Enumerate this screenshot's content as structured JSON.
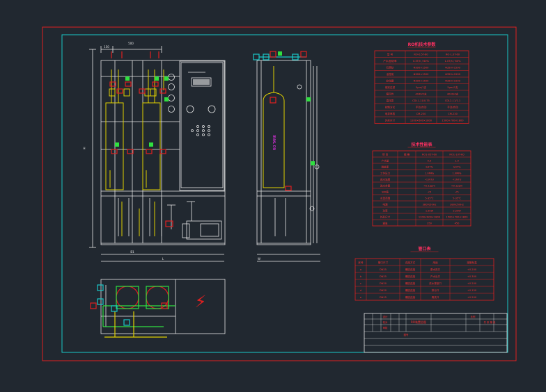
{
  "colors": {
    "background": "#212830",
    "outer_frame": "#e02020",
    "inner_frame": "#19c9c9",
    "linework": "#e8e8e8",
    "tank": "#e0d000",
    "table_line": "#e02020",
    "table_text": "#ff3030",
    "title_text": "#ff3060",
    "magenta": "#ff30ff",
    "green": "#30e040"
  },
  "drawing": {
    "front_view": {
      "dim_top_small": "150",
      "dim_top_large": "500",
      "dim_height": "H",
      "dim_bottom": "B1",
      "dim_total": "L"
    },
    "side_view": {
      "dim_total": "W",
      "vessel_label": "RO TANK"
    },
    "plan_view": {
      "electric_symbol": "⚡"
    }
  },
  "tables": {
    "params": {
      "title": "RO机技术参数",
      "rows": [
        [
          "型  号",
          "RO-0.5T-60",
          "RO-1.0T-60"
        ],
        [
          "产水/回收率",
          "0.5T/h / 60%",
          "1.0T/h / 60%"
        ],
        [
          "石英砂",
          "Φ300×1500",
          "Φ350×1500"
        ],
        [
          "活性炭",
          "Φ300×1500",
          "Φ350×1500"
        ],
        [
          "软化器",
          "Φ300×1500",
          "Φ350×1500"
        ],
        [
          "保安过滤",
          "5μm/1支",
          "5μm/1支"
        ],
        [
          "膜元件",
          "4040/2支",
          "4040/4支"
        ],
        [
          "高压泵",
          "CDL1-11/0.75",
          "CDL2-11/1.1"
        ],
        [
          "控制方式",
          "手动/自动",
          "手动/自动"
        ],
        [
          "电导率表",
          "CM-230",
          "CM-230"
        ],
        [
          "外形尺寸",
          "1200×600×1800",
          "1500×700×1800"
        ]
      ]
    },
    "tech": {
      "title": "技术性能表",
      "header": [
        "项  目",
        "规  格",
        "RO1-05T-60",
        "RO1-10T-60"
      ],
      "rows": [
        [
          "产水量",
          "0.5",
          "1.0"
        ],
        [
          "脱盐率",
          "≥97%",
          "≥97%"
        ],
        [
          "工作压力",
          "1.0MPa",
          "1.0MPa"
        ],
        [
          "进水浊度",
          "<1NTU",
          "<1NTU"
        ],
        [
          "进水余氯",
          "<0.1ppm",
          "<0.1ppm"
        ],
        [
          "SDI值",
          "<5",
          "<5"
        ],
        [
          "水温范围",
          "5-35℃",
          "5-35℃"
        ],
        [
          "电源",
          "380V/50Hz",
          "380V/50Hz"
        ],
        [
          "功率",
          "1.5kW",
          "2.2kW"
        ],
        [
          "外形尺寸",
          "1200×600×1800",
          "1500×700×1800"
        ],
        [
          "重量",
          "350",
          "450"
        ]
      ]
    },
    "ports": {
      "title": "管口表",
      "header": [
        "序号",
        "管口尺寸",
        "连接方式",
        "用途",
        "接管标高"
      ],
      "rows": [
        [
          "a",
          "DN25",
          "螺纹连接",
          "原水进口",
          "+0.200"
        ],
        [
          "b",
          "DN25",
          "螺纹连接",
          "产水出口",
          "+0.300"
        ],
        [
          "c",
          "DN20",
          "螺纹连接",
          "浓水排放口",
          "+0.200"
        ],
        [
          "d",
          "DN20",
          "螺纹连接",
          "排污口",
          "+0.150"
        ],
        [
          "e",
          "DN15",
          "螺纹连接",
          "清洗口",
          "+0.200"
        ]
      ]
    },
    "title_block": {
      "drawing_name": "RO装置总图",
      "labels": [
        "设计",
        "校对",
        "审核",
        "比例",
        "图号",
        "共 张 第 张"
      ]
    }
  }
}
